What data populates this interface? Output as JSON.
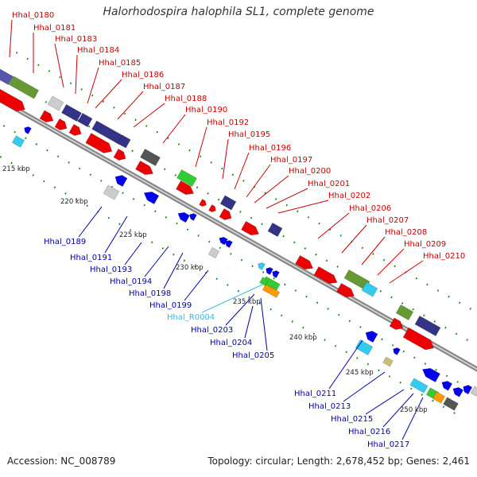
{
  "title": "Halorhodospira halophila SL1, complete genome",
  "accession": "Accession: NC_008789",
  "topology": "Topology: circular; Length: 2,678,452 bp; Genes: 2,461",
  "colors": {
    "forward_label": "#cc0000",
    "reverse_label": "#0000aa",
    "rna_label": "#33bbdd",
    "backbone": "#888888",
    "tick_dot": "#118811"
  },
  "scale_ticks": [
    "215 kbp",
    "220 kbp",
    "225 kbp",
    "230 kbp",
    "235 kbp",
    "240 kbp",
    "245 kbp",
    "250 kbp"
  ],
  "top_labels": [
    "Hhal_0180",
    "Hhal_0181",
    "Hhal_0183",
    "Hhal_0184",
    "Hhal_0185",
    "Hhal_0186",
    "Hhal_0187",
    "Hhal_0188",
    "Hhal_0190",
    "Hhal_0192",
    "Hhal_0195",
    "Hhal_0196",
    "Hhal_0197",
    "Hhal_0200",
    "Hhal_0201",
    "Hhal_0202",
    "Hhal_0206",
    "Hhal_0207",
    "Hhal_0208",
    "Hhal_0209",
    "Hhal_0210"
  ],
  "bottom_labels": [
    {
      "text": "Hhal_0189",
      "kind": "reverse"
    },
    {
      "text": "Hhal_0191",
      "kind": "reverse"
    },
    {
      "text": "Hhal_0193",
      "kind": "reverse"
    },
    {
      "text": "Hhal_0194",
      "kind": "reverse"
    },
    {
      "text": "Hhal_0198",
      "kind": "reverse"
    },
    {
      "text": "Hhal_0199",
      "kind": "reverse"
    },
    {
      "text": "Hhal_R0004",
      "kind": "rna"
    },
    {
      "text": "Hhal_0203",
      "kind": "reverse"
    },
    {
      "text": "Hhal_0204",
      "kind": "reverse"
    },
    {
      "text": "Hhal_0205",
      "kind": "reverse"
    },
    {
      "text": "Hhal_0211",
      "kind": "reverse"
    },
    {
      "text": "Hhal_0213",
      "kind": "reverse"
    },
    {
      "text": "Hhal_0215",
      "kind": "reverse"
    },
    {
      "text": "Hhal_0216",
      "kind": "reverse"
    },
    {
      "text": "Hhal_0217",
      "kind": "reverse"
    }
  ],
  "feature_colors": {
    "red": "#ee0000",
    "blue": "#0000ee",
    "navy": "#333388",
    "slate": "#5555aa",
    "olive": "#669933",
    "green": "#33cc33",
    "cyan": "#33ccee",
    "grey": "#999999",
    "darkgrey": "#555555",
    "lightgrey": "#cccccc",
    "orange": "#ff9900",
    "khaki": "#ccbb77"
  }
}
